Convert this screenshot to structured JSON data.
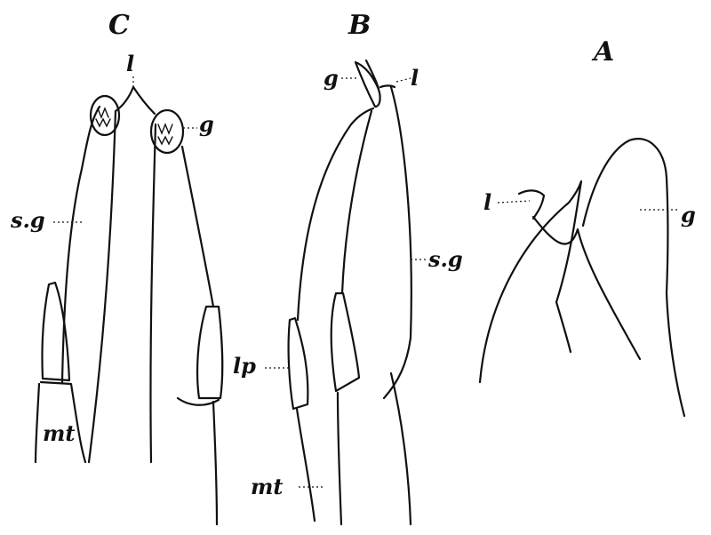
{
  "panels": {
    "c": {
      "letter": "C"
    },
    "b": {
      "letter": "B"
    },
    "a": {
      "letter": "A"
    }
  },
  "labels": {
    "c_l": "l",
    "c_g": "g",
    "c_sg": "s.g",
    "c_mt": "mt",
    "b_g": "g",
    "b_l": "l",
    "b_sg": "s.g",
    "b_lp": "lp",
    "b_mt": "mt",
    "a_l": "l",
    "a_g": "g"
  },
  "colors": {
    "ink": "#111111",
    "paper": "#ffffff"
  }
}
